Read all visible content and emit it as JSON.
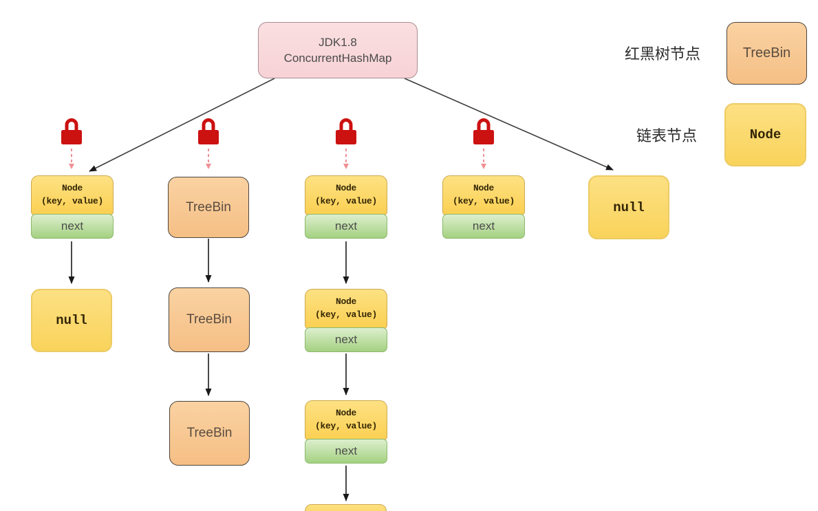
{
  "root": {
    "title_line1": "JDK1.8",
    "title_line2": "ConcurrentHashMap"
  },
  "legend": {
    "items": [
      {
        "label": "红黑树节点",
        "box_text": "TreeBin",
        "box_type": "treebin"
      },
      {
        "label": "链表节点",
        "box_text": "Node",
        "box_type": "node"
      }
    ]
  },
  "buckets": [
    {
      "locked": true,
      "chain": [
        {
          "type": "node",
          "title": "Node",
          "params": "(key, value)",
          "next": "next"
        },
        {
          "type": "null",
          "label": "null"
        }
      ]
    },
    {
      "locked": true,
      "chain": [
        {
          "type": "treebin",
          "label": "TreeBin"
        },
        {
          "type": "treebin",
          "label": "TreeBin"
        },
        {
          "type": "treebin",
          "label": "TreeBin"
        }
      ]
    },
    {
      "locked": true,
      "chain": [
        {
          "type": "node",
          "title": "Node",
          "params": "(key, value)",
          "next": "next"
        },
        {
          "type": "node",
          "title": "Node",
          "params": "(key, value)",
          "next": "next"
        },
        {
          "type": "node",
          "title": "Node",
          "params": "(key, value)",
          "next": "next"
        },
        {
          "type": "node_partial"
        }
      ]
    },
    {
      "locked": true,
      "chain": [
        {
          "type": "node",
          "title": "Node",
          "params": "(key, value)",
          "next": "next"
        }
      ]
    },
    {
      "locked": false,
      "chain": [
        {
          "type": "null",
          "label": "null"
        }
      ]
    }
  ],
  "icons": {
    "lock": "red-padlock-icon"
  },
  "colors": {
    "root_fill": "#f8d7da",
    "root_border": "#a98d90",
    "node_yellow": "#fbd45c",
    "node_yellow_border": "#cda94e",
    "next_green": "#a8d285",
    "next_green_border": "#8ab86a",
    "treebin_orange": "#f7c48c",
    "treebin_border": "#4c443c",
    "null_yellow_border": "#eccb63",
    "lock_red": "#cc1111",
    "dashed_arrow_pink": "#ef8f93",
    "arrow_black": "#1a1a1a"
  }
}
